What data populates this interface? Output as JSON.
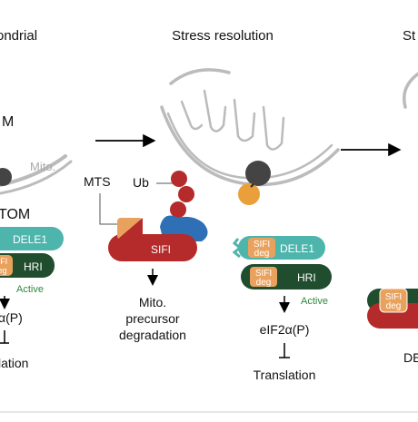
{
  "headers": {
    "left": "ondrial",
    "center": "Stress resolution",
    "right": "St"
  },
  "left_panel": {
    "m_label": "M",
    "mito_label": "Mito.",
    "tom_label": "TOM",
    "dele1": "DELE1",
    "sifi_deg_1": "SIFI",
    "sifi_deg_2": "deg",
    "hri": "HRI",
    "active": "Active",
    "eif2a": "α(P)",
    "translation": "lation"
  },
  "center_left": {
    "mts": "MTS",
    "ub": "Ub",
    "sifi": "SIFI",
    "outcome_line1": "Mito.",
    "outcome_line2": "precursor",
    "outcome_line3": "degradation"
  },
  "center": {
    "sifi_1": "SIFI",
    "deg_1": "deg",
    "dele1": "DELE1",
    "sifi_2": "SIFI",
    "deg_2": "deg",
    "hri": "HRI",
    "active": "Active",
    "eif2a": "eIF2α(P)",
    "translation": "Translation"
  },
  "right_panel": {
    "sifi": "SIFI",
    "deg": "deg",
    "de_label": "DE"
  },
  "colors": {
    "sifi_red": "#b52a2a",
    "dele1_teal": "#4eb5ad",
    "hri_green": "#1f4d2d",
    "deg_orange": "#e9a25e",
    "blue": "#2f6fb5",
    "mito_gray": "#bbbbbb",
    "pore_dark": "#444444",
    "pore_orange": "#e9a03a",
    "active_green": "#2e8a3e"
  }
}
